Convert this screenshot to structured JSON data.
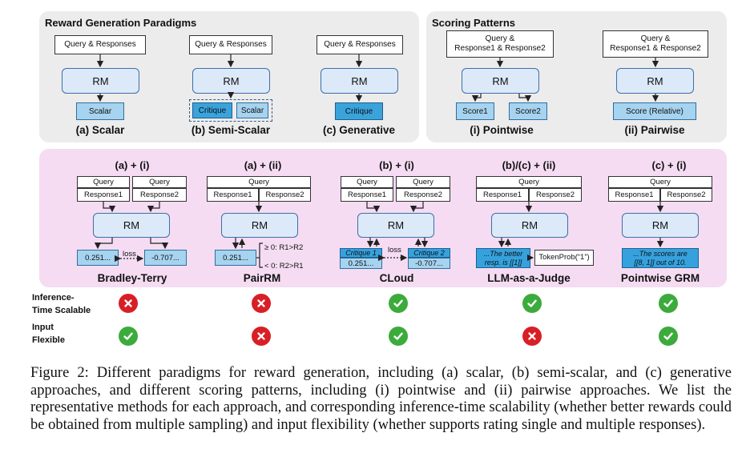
{
  "reward_panel": {
    "title": "Reward Generation Paradigms",
    "columns": [
      {
        "input": "Query & Responses",
        "model": "RM",
        "outputs": [
          "Scalar"
        ],
        "label": "(a) Scalar"
      },
      {
        "input": "Query & Responses",
        "model": "RM",
        "outputs": [
          "Critique",
          "Scalar"
        ],
        "label": "(b) Semi-Scalar"
      },
      {
        "input": "Query & Responses",
        "model": "RM",
        "outputs": [
          "Critique"
        ],
        "label": "(c) Generative"
      }
    ]
  },
  "scoring_panel": {
    "title": "Scoring Patterns",
    "columns": [
      {
        "input_line1": "Query &",
        "input_line2": "Response1 & Response2",
        "model": "RM",
        "outputs": [
          "Score1",
          "Score2"
        ],
        "label": "(i) Pointwise"
      },
      {
        "input_line1": "Query &",
        "input_line2": "Response1 & Response2",
        "model": "RM",
        "outputs": [
          "Score (Relative)"
        ],
        "label": "(ii) Pairwise"
      }
    ]
  },
  "methods": [
    {
      "combo": "(a) + (i)",
      "query": [
        "Query",
        "Query"
      ],
      "responses": [
        "Response1",
        "Response2"
      ],
      "model": "RM",
      "outputs": [
        "0.251...",
        "-0.707..."
      ],
      "extra": "loss",
      "name": "Bradley-Terry",
      "inference_scalable": false,
      "input_flexible": true
    },
    {
      "combo": "(a) + (ii)",
      "query": [
        "Query"
      ],
      "responses": [
        "Response1",
        "Response2"
      ],
      "model": "RM",
      "outputs": [
        "0.251..."
      ],
      "rules": [
        "≥ 0: R1>R2",
        "< 0: R2>R1"
      ],
      "name": "PairRM",
      "inference_scalable": false,
      "input_flexible": false
    },
    {
      "combo": "(b) + (i)",
      "query": [
        "Query",
        "Query"
      ],
      "responses": [
        "Response1",
        "Response2"
      ],
      "model": "RM",
      "critiques": [
        "Critique 1",
        "Critique 2"
      ],
      "outputs": [
        "0.251...",
        "-0.707..."
      ],
      "extra": "loss",
      "name": "CLoud",
      "inference_scalable": true,
      "input_flexible": true
    },
    {
      "combo": "(b)/(c) + (ii)",
      "query": [
        "Query"
      ],
      "responses": [
        "Response1",
        "Response2"
      ],
      "model": "RM",
      "critique_lines": [
        "...The better",
        "resp. is [[1]]"
      ],
      "outputs": [
        "TokenProb(“1”)"
      ],
      "name": "LLM-as-a-Judge",
      "inference_scalable": true,
      "input_flexible": false
    },
    {
      "combo": "(c) + (i)",
      "query": [
        "Query"
      ],
      "responses": [
        "Response1",
        "Response2"
      ],
      "model": "RM",
      "critique_lines": [
        "...The scores are",
        "[[8, 1]] out of 10."
      ],
      "name": "Pointwise GRM",
      "inference_scalable": true,
      "input_flexible": true
    }
  ],
  "row_labels": {
    "inference_line1": "Inference-",
    "inference_line2": "Time Scalable",
    "input_line1": "Input",
    "input_line2": "Flexible"
  },
  "caption": "Figure 2: Different paradigms for reward generation, including (a) scalar, (b) semi-scalar, and (c) generative approaches, and different scoring patterns, including (i) pointwise and (ii) pairwise approaches. We list the representative methods for each approach, and corresponding inference-time scalability (whether better rewards could be obtained from multiple sampling) and input flexibility (whether supports rating single and multiple responses).",
  "colors": {
    "check": "#3cab3c",
    "cross": "#d81f26",
    "rm_fill": "#dce9f8",
    "output_fill": "#a6d3ef",
    "critique_fill": "#3aa3dc",
    "top_panel": "#ececec",
    "bottom_panel": "#f5dcf2"
  }
}
